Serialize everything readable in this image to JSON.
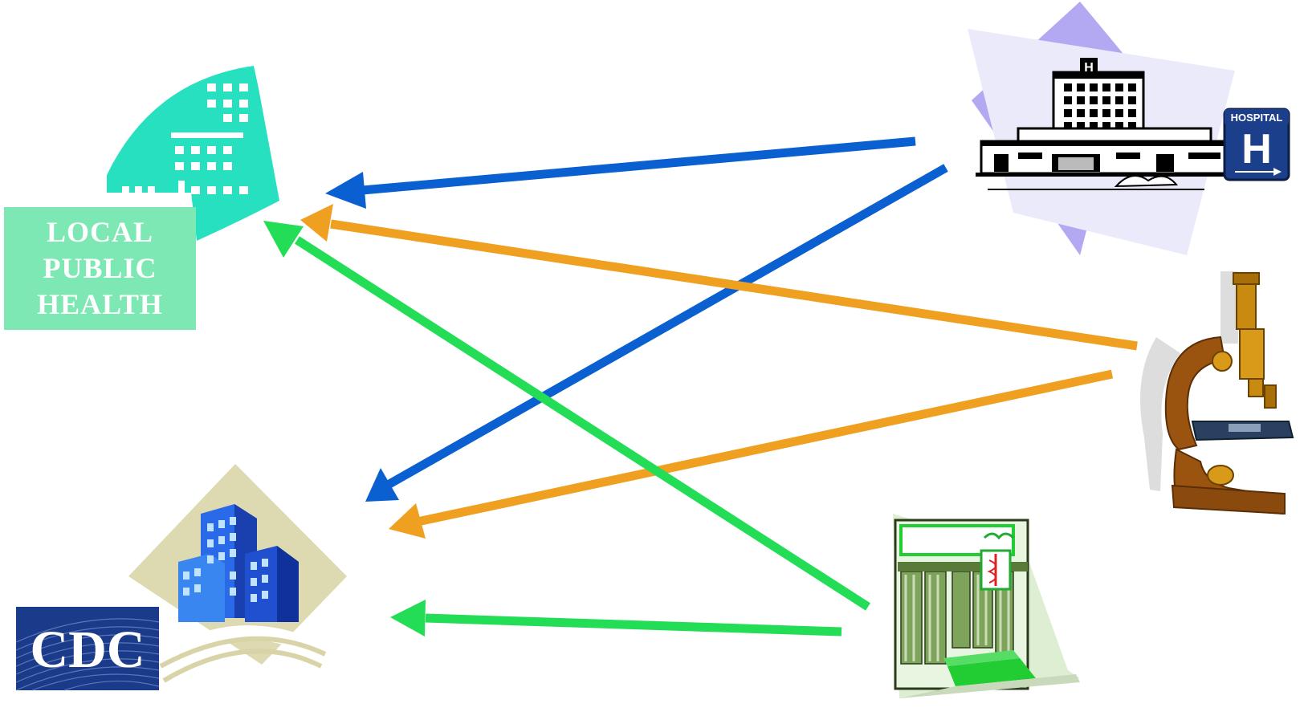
{
  "nodes": {
    "local_public_health": {
      "label": "LOCAL\nPUBLIC\nHEALTH"
    },
    "cdc": {
      "logo_text": "CDC"
    },
    "hospital": {
      "sign_text": "HOSPITAL",
      "sign_letter": "H",
      "building_letter": "H"
    },
    "laboratory": {},
    "pharmacy": {}
  },
  "colors": {
    "hospital_arrows": "#0a60d0",
    "laboratory_arrows": "#f0a020",
    "pharmacy_arrows": "#22dd55",
    "local_public_health": "#26e0c0",
    "cdc_navy": "#1a3a8a",
    "cdc_buildings": "#2a6ae8"
  },
  "edges": [
    {
      "from": "hospital",
      "to": "local_public_health",
      "color": "hospital_arrows"
    },
    {
      "from": "hospital",
      "to": "cdc",
      "color": "hospital_arrows"
    },
    {
      "from": "laboratory",
      "to": "local_public_health",
      "color": "laboratory_arrows"
    },
    {
      "from": "laboratory",
      "to": "cdc",
      "color": "laboratory_arrows"
    },
    {
      "from": "pharmacy",
      "to": "local_public_health",
      "color": "pharmacy_arrows"
    },
    {
      "from": "pharmacy",
      "to": "cdc",
      "color": "pharmacy_arrows"
    }
  ]
}
